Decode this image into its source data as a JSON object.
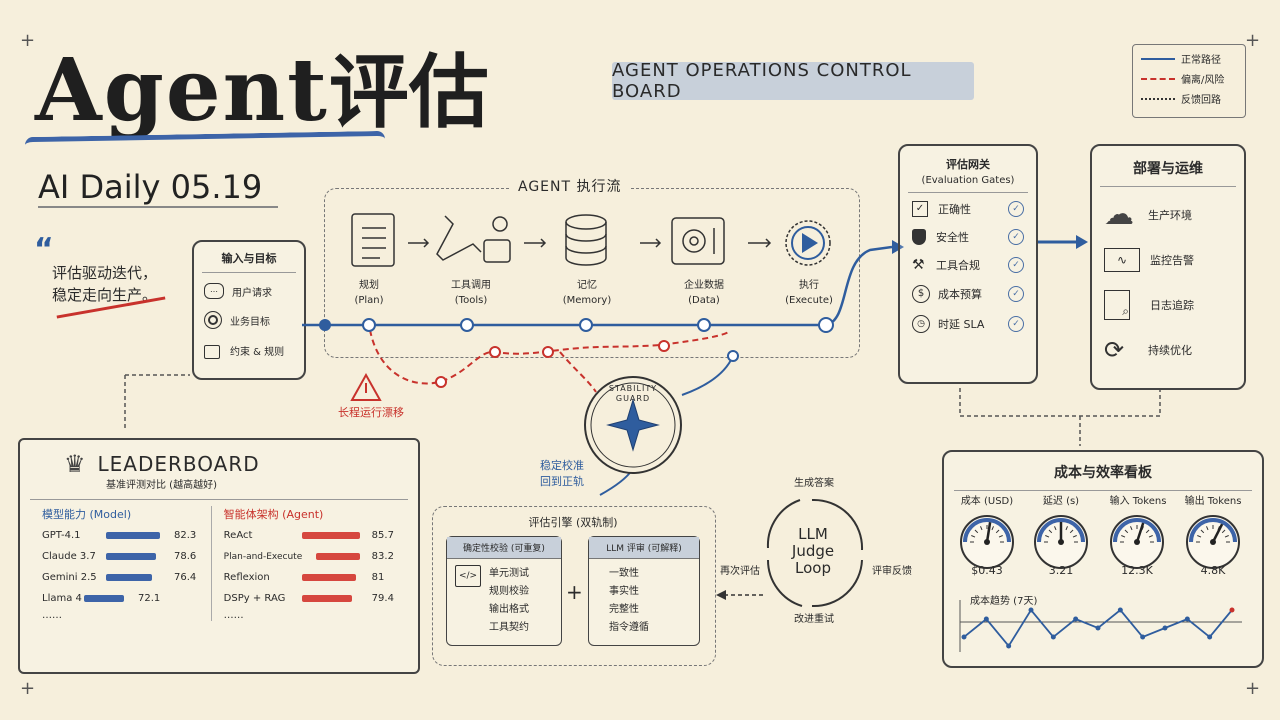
{
  "header": {
    "title_latin": "Agent",
    "title_cn": "评估",
    "subtitle": "AI Daily 05.19",
    "board_title": "AGENT OPERATIONS CONTROL BOARD"
  },
  "quote": {
    "mark": "“",
    "line1": "评估驱动迭代，",
    "line2": "稳定走向生产。"
  },
  "legend": [
    {
      "label": "正常路径",
      "color": "#2f5d9e",
      "style": "solid"
    },
    {
      "label": "偏离/风险",
      "color": "#c8322c",
      "style": "dashed"
    },
    {
      "label": "反馈回路",
      "color": "#333333",
      "style": "dotted"
    }
  ],
  "input_panel": {
    "title": "输入与目标",
    "items": [
      {
        "icon": "chat-icon",
        "label": "用户请求"
      },
      {
        "icon": "target-icon",
        "label": "业务目标"
      },
      {
        "icon": "lock-icon",
        "label": "约束 & 规则"
      }
    ]
  },
  "flow": {
    "title": "AGENT 执行流",
    "steps": [
      {
        "icon": "plan-icon",
        "cn": "规划",
        "en": "(Plan)"
      },
      {
        "icon": "tools-icon",
        "cn": "工具调用",
        "en": "(Tools)"
      },
      {
        "icon": "database-icon",
        "cn": "记忆",
        "en": "(Memory)"
      },
      {
        "icon": "safe-icon",
        "cn": "企业数据",
        "en": "(Data)"
      },
      {
        "icon": "play-icon",
        "cn": "执行",
        "en": "(Execute)"
      }
    ],
    "drift_label": "长程运行漂移",
    "guard_title_1": "STABILITY",
    "guard_title_2": "GUARD",
    "recalibrate_1": "稳定校准",
    "recalibrate_2": "回到正轨"
  },
  "gates": {
    "title": "评估网关",
    "subtitle": "(Evaluation Gates)",
    "items": [
      {
        "icon": "check-square-icon",
        "label": "正确性"
      },
      {
        "icon": "shield-icon",
        "label": "安全性"
      },
      {
        "icon": "wrench-icon",
        "label": "工具合规"
      },
      {
        "icon": "dollar-icon",
        "label": "成本预算"
      },
      {
        "icon": "clock-icon",
        "label": "时延 SLA"
      }
    ]
  },
  "ops": {
    "title": "部署与运维",
    "items": [
      {
        "icon": "cloud-icon",
        "label": "生产环境"
      },
      {
        "icon": "monitor-icon",
        "label": "监控告警"
      },
      {
        "icon": "log-search-icon",
        "label": "日志追踪"
      },
      {
        "icon": "refresh-icon",
        "label": "持续优化"
      }
    ]
  },
  "leaderboard": {
    "title": "LEADERBOARD",
    "subtitle": "基准评测对比 (越高越好)",
    "left_title": "模型能力 (Model)",
    "right_title": "智能体架构 (Agent)",
    "models": [
      {
        "name": "GPT-4.1",
        "score": 82.3
      },
      {
        "name": "Claude 3.7",
        "score": 78.6
      },
      {
        "name": "Gemini 2.5",
        "score": 76.4
      },
      {
        "name": "Llama 4",
        "score": 72.1
      }
    ],
    "agents": [
      {
        "name": "ReAct",
        "score": 85.7
      },
      {
        "name": "Plan-and-Execute",
        "score": 83.2
      },
      {
        "name": "Reflexion",
        "score": 81.0
      },
      {
        "name": "DSPy + RAG",
        "score": 79.4
      }
    ],
    "more": "……"
  },
  "engine": {
    "title": "评估引擎 (双轨制)",
    "left_title": "确定性校验 (可重复)",
    "left_items": [
      "单元测试",
      "规则校验",
      "输出格式",
      "工具契约"
    ],
    "plus": "+",
    "right_title": "LLM 评审 (可解释)",
    "right_items": [
      "一致性",
      "事实性",
      "完整性",
      "指令遵循"
    ]
  },
  "judge_loop": {
    "center_1": "LLM",
    "center_2": "Judge",
    "center_3": "Loop",
    "top": "生成答案",
    "right": "评审反馈",
    "bottom": "改进重试",
    "left": "再次评估"
  },
  "cost_board": {
    "title": "成本与效率看板",
    "gauges": [
      {
        "label": "成本 (USD)",
        "value": "$0.43",
        "level": 0.55
      },
      {
        "label": "延迟 (s)",
        "value": "3.21",
        "level": 0.5
      },
      {
        "label": "输入 Tokens",
        "value": "12.3K",
        "level": 0.6
      },
      {
        "label": "输出 Tokens",
        "value": "4.8K",
        "level": 0.65
      }
    ],
    "trend_title": "成本趋势 (7天)",
    "trend": [
      4,
      6,
      3,
      7,
      4,
      6,
      5,
      7,
      4,
      5,
      6,
      4,
      7
    ]
  }
}
